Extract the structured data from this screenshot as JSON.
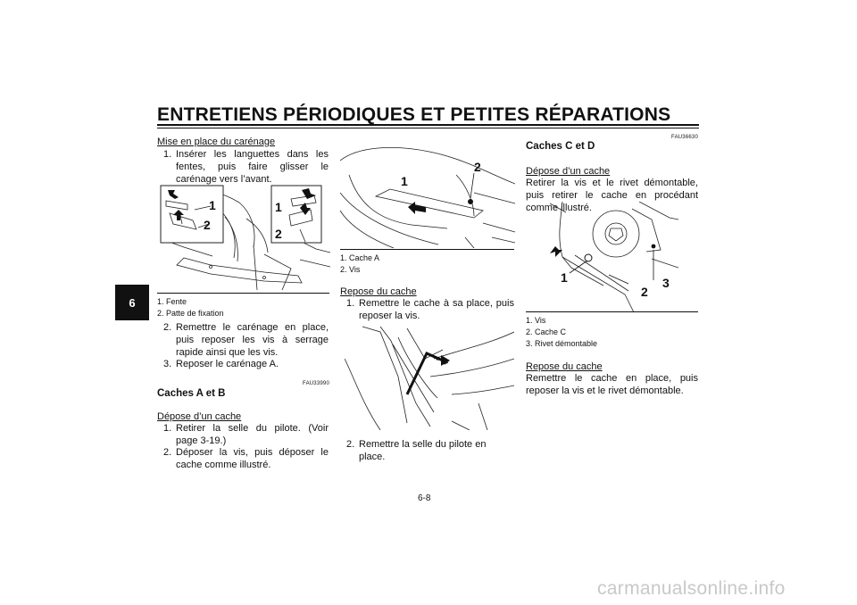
{
  "header": {
    "title": "ENTRETIENS PÉRIODIQUES ET PETITES RÉPARATIONS"
  },
  "section_tab": "6",
  "col1": {
    "heading1": "Mise en place du carénage",
    "steps1": [
      {
        "num": "1.",
        "text": "Insérer les languettes dans les fentes, puis faire glisser le carénage vers l’avant."
      }
    ],
    "fig1_callouts": [
      "1",
      "2",
      "1",
      "2"
    ],
    "fig1_captions": [
      "1. Fente",
      "2. Patte de fixation"
    ],
    "steps2": [
      {
        "num": "2.",
        "text": "Remettre le carénage en place, puis reposer les vis à serrage rapide ainsi que les vis."
      },
      {
        "num": "3.",
        "text": "Reposer le carénage A."
      }
    ],
    "code": "FAU33990",
    "section_heading": "Caches A et B",
    "heading2": "Dépose d’un cache",
    "steps3": [
      {
        "num": "1.",
        "text": "Retirer la selle du pilote. (Voir page 3-19.)"
      },
      {
        "num": "2.",
        "text": "Déposer la vis, puis déposer le cache comme illustré."
      }
    ]
  },
  "col2": {
    "fig2_callouts": [
      "1",
      "2"
    ],
    "fig2_captions": [
      "1. Cache A",
      "2. Vis"
    ],
    "heading": "Repose du cache",
    "steps1": [
      {
        "num": "1.",
        "text": "Remettre le cache à sa place, puis reposer la vis."
      }
    ],
    "steps2": [
      {
        "num": "2.",
        "text": "Remettre la selle du pilote en place."
      }
    ]
  },
  "col3": {
    "code": "FAU36630",
    "section_heading": "Caches C et D",
    "heading1": "Dépose d’un cache",
    "para1": "Retirer la vis et le rivet démontable, puis retirer le cache en procédant comme illustré.",
    "fig_callouts": [
      "1",
      "2",
      "3"
    ],
    "fig_captions": [
      "1. Vis",
      "2. Cache C",
      "3. Rivet démontable"
    ],
    "heading2": "Repose du cache",
    "para2": "Remettre le cache en place, puis reposer la vis et le rivet démontable."
  },
  "footer": {
    "page_number": "6-8",
    "watermark": "carmanualsonline.info"
  }
}
